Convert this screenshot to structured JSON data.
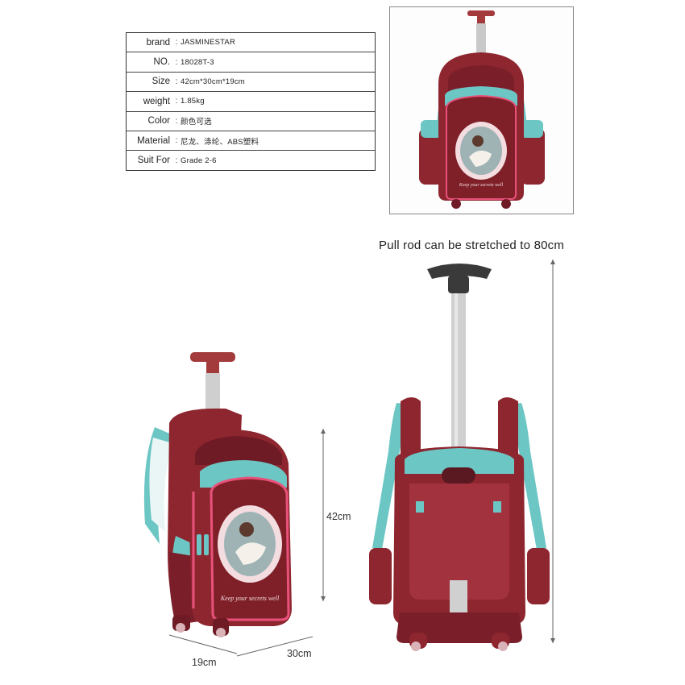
{
  "specs": [
    {
      "label": "brand",
      "value": "JASMINESTAR"
    },
    {
      "label": "NO.",
      "value": "18028T-3"
    },
    {
      "label": "Size",
      "value": "42cm*30cm*19cm"
    },
    {
      "label": "weight",
      "value": "1.85kg"
    },
    {
      "label": "Color",
      "value": "颜色可选"
    },
    {
      "label": "Material",
      "value": "尼龙、涤纶、ABS塑料"
    },
    {
      "label": "Suit For",
      "value": "Grade 2-6"
    }
  ],
  "bag_print": "Keep your secrets well",
  "headline": "Pull rod can be stretched to 80cm",
  "dimensions": {
    "height": "42cm",
    "width": "30cm",
    "depth": "19cm"
  },
  "colors": {
    "body": "#8e2630",
    "body_dark": "#6e1b25",
    "accent": "#6cc6c4",
    "trim": "#e8527a",
    "handle": "#a33a3c",
    "rod": "#c9c9c9"
  }
}
